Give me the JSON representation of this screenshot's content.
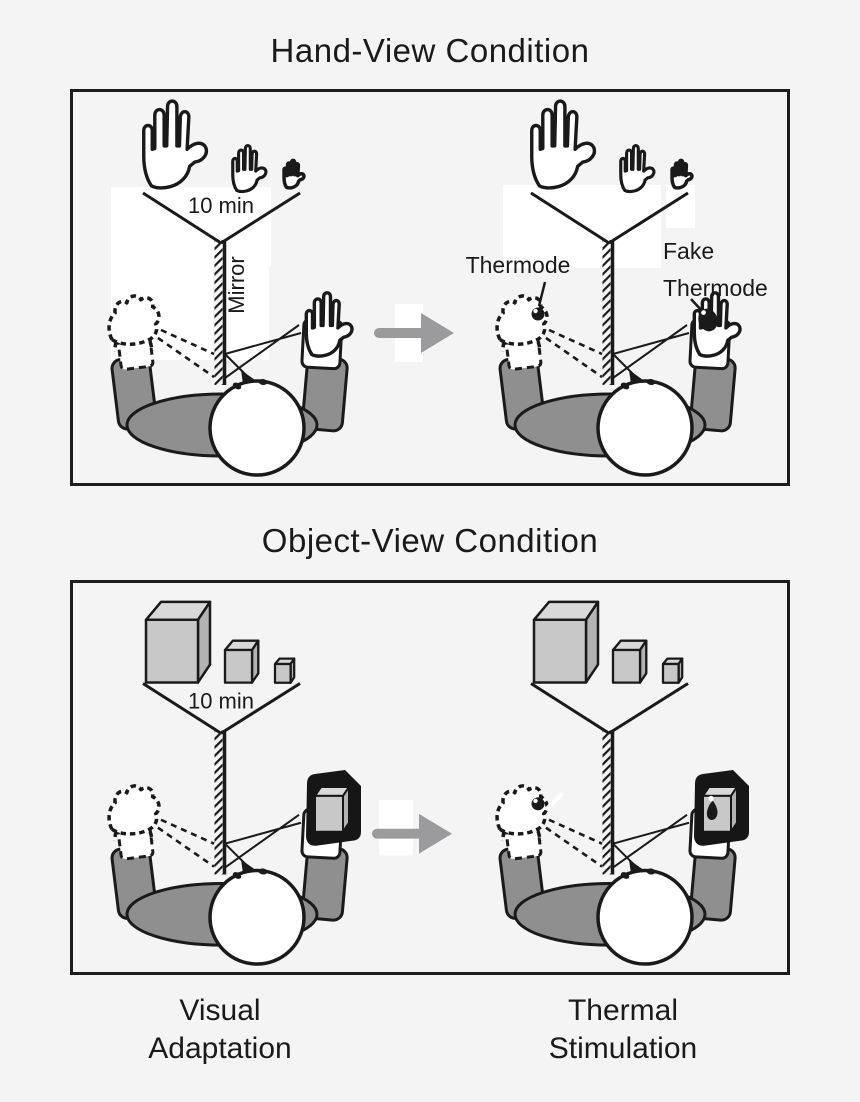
{
  "titles": {
    "hand_view": "Hand-View Condition",
    "object_view": "Object-View Condition"
  },
  "hand_view": {
    "adaptation": {
      "duration": "10 min",
      "mirror_label": "Mirror"
    },
    "stimulation": {
      "thermode_label": "Thermode",
      "fake_thermode_lines": [
        "Fake",
        "Thermode"
      ]
    }
  },
  "object_view": {
    "adaptation": {
      "duration": "10 min"
    }
  },
  "phase_labels": {
    "visual_adaptation_lines": [
      "Visual",
      "Adaptation"
    ],
    "thermal_stimulation_lines": [
      "Thermal",
      "Stimulation"
    ]
  },
  "icons": {
    "transition": "right-arrow",
    "scene_elements": [
      "mirror",
      "adapting-hands",
      "adapting-cubes",
      "person-top-view",
      "thermode-dot",
      "occluder-box"
    ]
  },
  "colors": {
    "background": "#f4f4f4",
    "ink": "#1a1a1a",
    "figure_gray": "#8f8f8f",
    "cube_front": "#c8c8c8",
    "cube_top": "#d9d9d9",
    "cube_side": "#b3b3b3",
    "arrow_gray": "#9b9b9d",
    "occluder_black": "#161616",
    "white": "#ffffff"
  }
}
